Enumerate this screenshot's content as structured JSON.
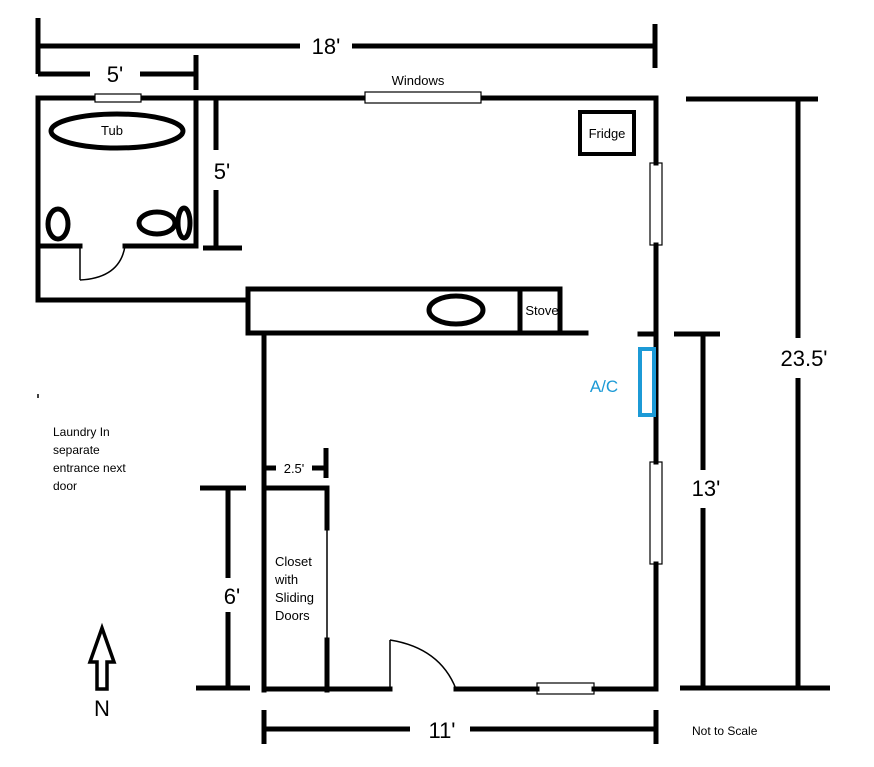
{
  "dimensions": {
    "top_width": "18'",
    "bath_width": "5'",
    "bath_depth": "5'",
    "total_depth": "23.5'",
    "lower_depth": "13'",
    "closet_width": "2.5'",
    "closet_depth": "6'",
    "bottom_width": "11'"
  },
  "labels": {
    "windows": "Windows",
    "tub": "Tub",
    "fridge": "Fridge",
    "stove": "Stove",
    "ac": "A/C",
    "closet": [
      "Closet",
      "with",
      "Sliding",
      "Doors"
    ],
    "laundry": [
      "Laundry In",
      "separate",
      "entrance next",
      "door"
    ],
    "north": "N",
    "not_to_scale": "Not to Scale"
  },
  "colors": {
    "walls": "#000000",
    "ac_unit": "#1c9ad6",
    "background": "#ffffff"
  },
  "icons": {
    "north_arrow": "arrow-up-outline-icon"
  }
}
